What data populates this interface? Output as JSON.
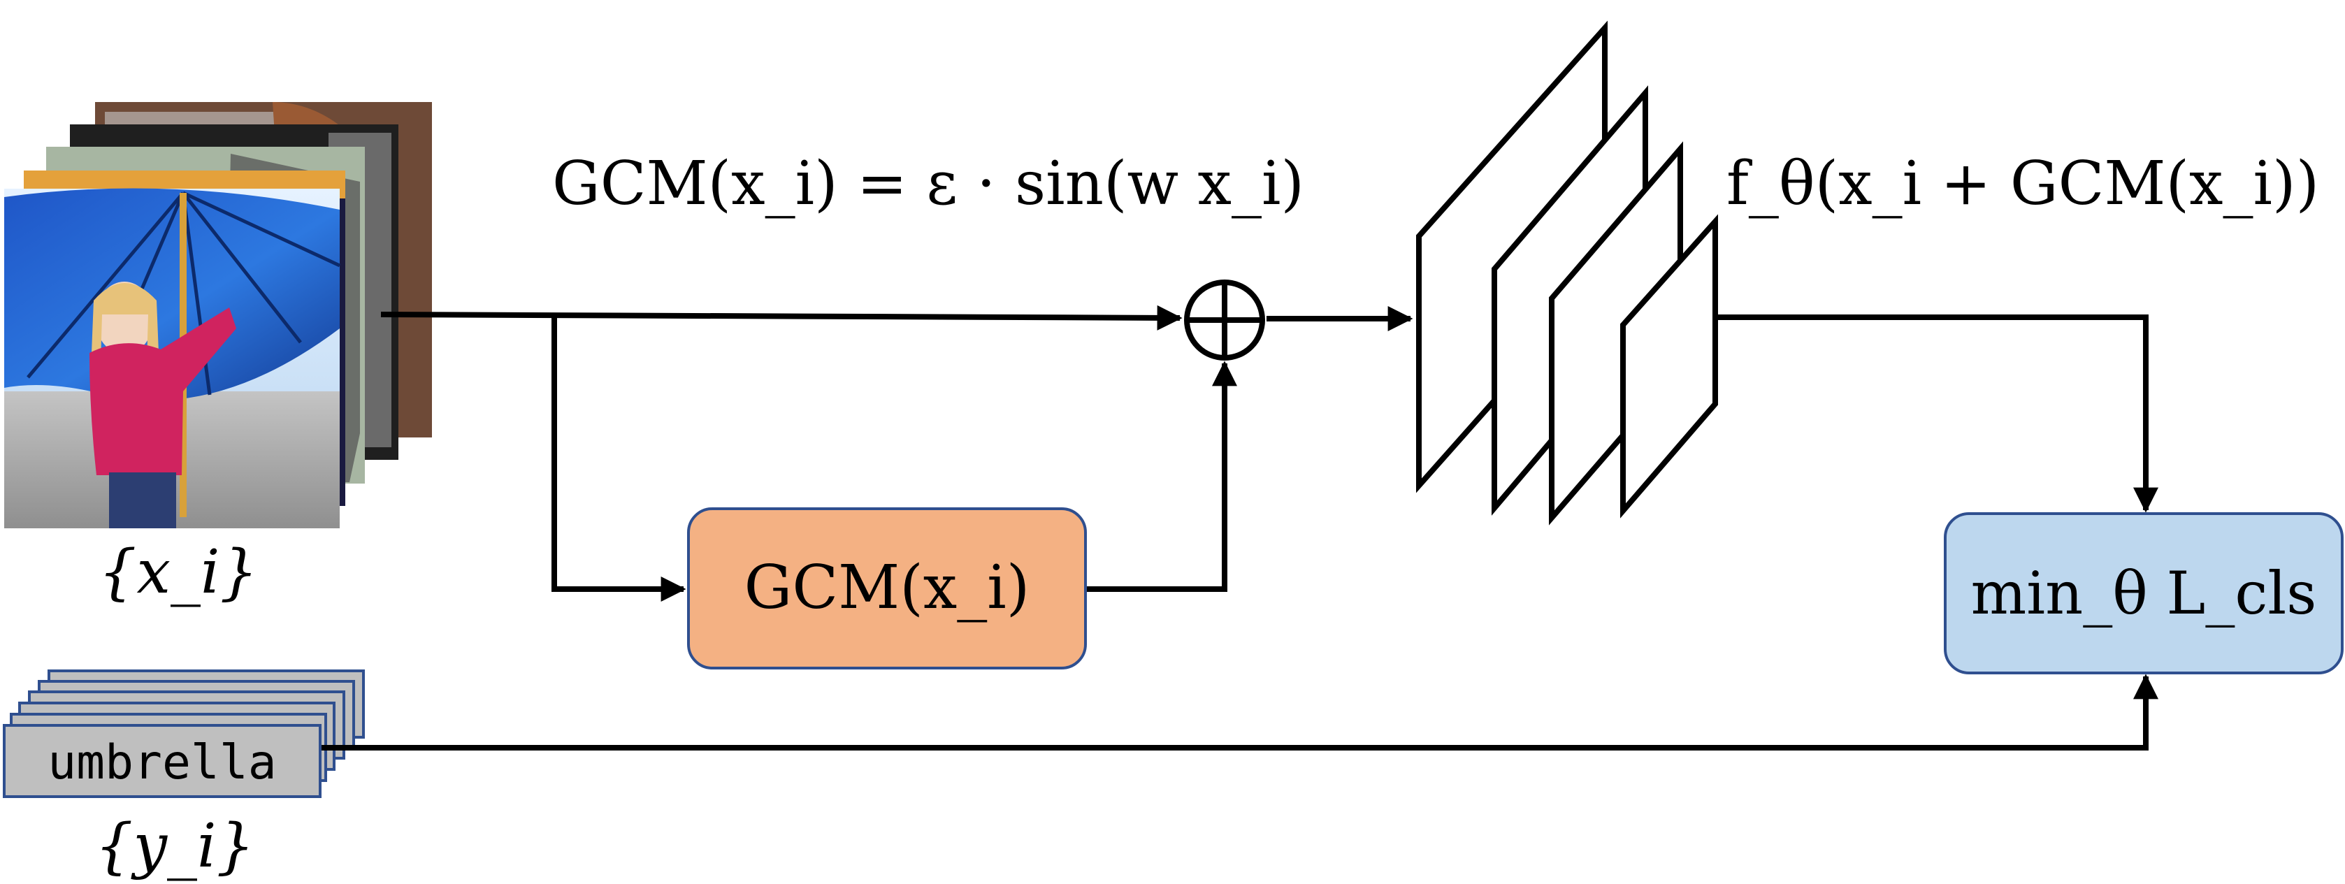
{
  "inputs": {
    "images_label": "{x_i}",
    "labels_label": "{y_i}",
    "label_card_text": "umbrella"
  },
  "equations": {
    "gcm_definition": "GCM(x_i) = ε · sin(w x_i)",
    "network_output": "f_θ(x_i + GCM(x_i))"
  },
  "blocks": {
    "gcm": {
      "text": "GCM(x_i)",
      "fill": "#f4b183",
      "stroke": "#2f4f8f"
    },
    "loss": {
      "text": "min_θ L_cls",
      "fill": "#bdd7ee",
      "stroke": "#2f4f8f"
    }
  },
  "colors": {
    "line": "#000000",
    "card_fill": "#bfbfbf",
    "card_stroke": "#2f4f8f"
  }
}
